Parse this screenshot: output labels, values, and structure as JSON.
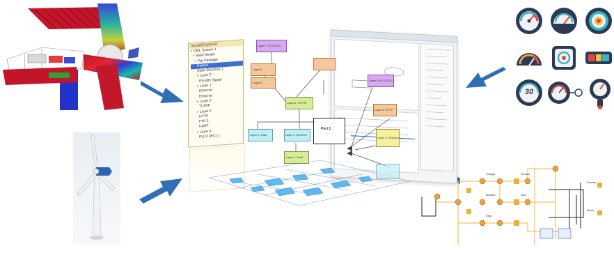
{
  "colors": {
    "arrow": "#2f6fb6",
    "uml_purple": "#d9a8f0",
    "uml_orange": "#f6c79a",
    "uml_green": "#d7ec97",
    "uml_cyan": "#bfeef4",
    "uml_yellow": "#f4f0a0",
    "explorer_border": "#c9b26a",
    "gauge_navy": "#2b3a55",
    "gauge_teal": "#3bb3c3",
    "gauge_red": "#e2463c",
    "circuit_wire": "#e7b93b"
  },
  "explorer": {
    "title": "modelExplorer",
    "items": [
      "UML System 1",
      "Static Model",
      "Top Package",
      "Pattern",
      "State Structure 1",
      "Layer 0",
      "RS-485 Signal",
      "Layer 1",
      "Ethernet",
      "Ethernet",
      "Layer 2",
      "TCP/IP",
      "Layer 3",
      "HTTP",
      "FTP 3",
      "UART",
      "Layer 4",
      "PLC3 (IEC) 1"
    ]
  },
  "uml": {
    "block_top_purple": "Layer 7: PLC/DCS",
    "block_orange_a": "Layer 6",
    "block_orange_b": "Layer 5",
    "block_green_mid": "Layer 4: TCP/IP",
    "block_cyan_a": "Layer 2: Data",
    "block_cyan_b": "Layer 2: Ethernet",
    "block_center": "Port 1",
    "block_purple_right": "Layer 3: PLC/DCS 1",
    "block_orange_right": "Layer 2: HTTP",
    "block_yellow_right": "Layer 1: Ethernet",
    "block_green_low": "Layer 1: Data"
  },
  "circuit": {
    "labels": [
      "Voltage",
      "Breaker",
      "Step",
      "Turbine",
      "Grid",
      "Inverter",
      "Meter"
    ]
  },
  "gauges": {
    "digital_readout": "30"
  }
}
